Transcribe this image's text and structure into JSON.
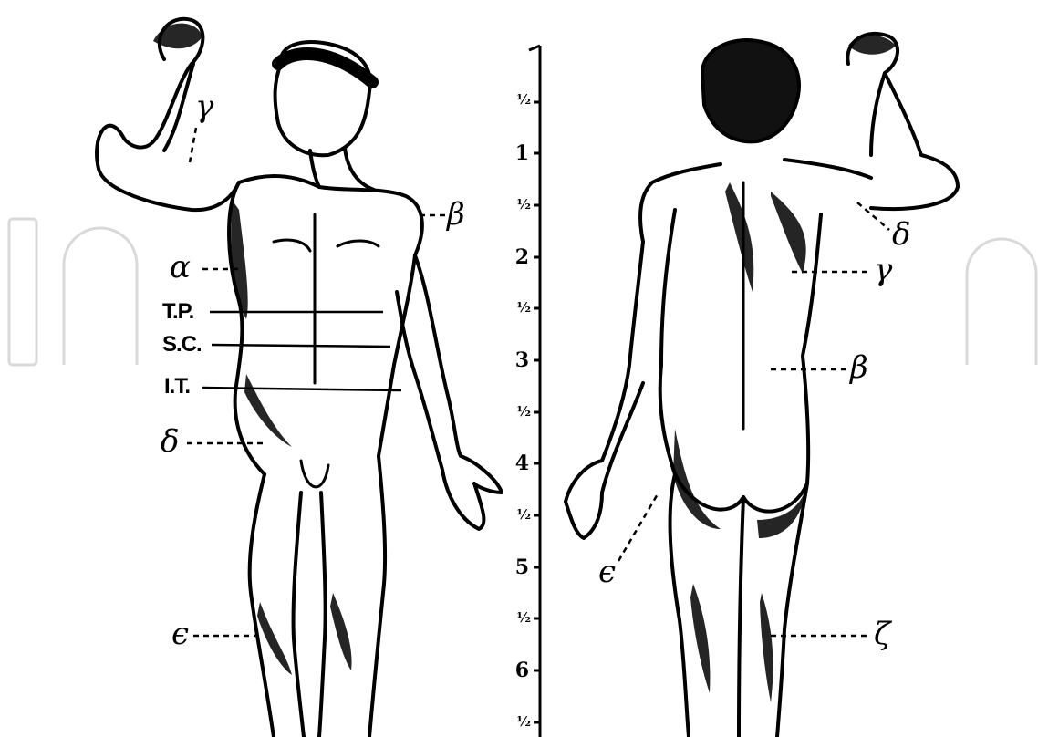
{
  "front_labels": {
    "gamma": "γ",
    "beta": "β",
    "alpha": "α",
    "tp": "T.P.",
    "sc": "S.C.",
    "it": "I.T.",
    "delta": "δ",
    "epsilon": "ϵ"
  },
  "back_labels": {
    "delta": "δ",
    "gamma": "γ",
    "beta": "β",
    "epsilon": "ϵ",
    "zeta": "ζ"
  },
  "scale": {
    "ticks": [
      "½",
      "1",
      "½",
      "2",
      "½",
      "3",
      "½",
      "4",
      "½",
      "5",
      "½",
      "6",
      "½"
    ]
  },
  "colors": {
    "ink": "#000000",
    "paper": "#ffffff",
    "watermark": "#d9d9d9"
  }
}
